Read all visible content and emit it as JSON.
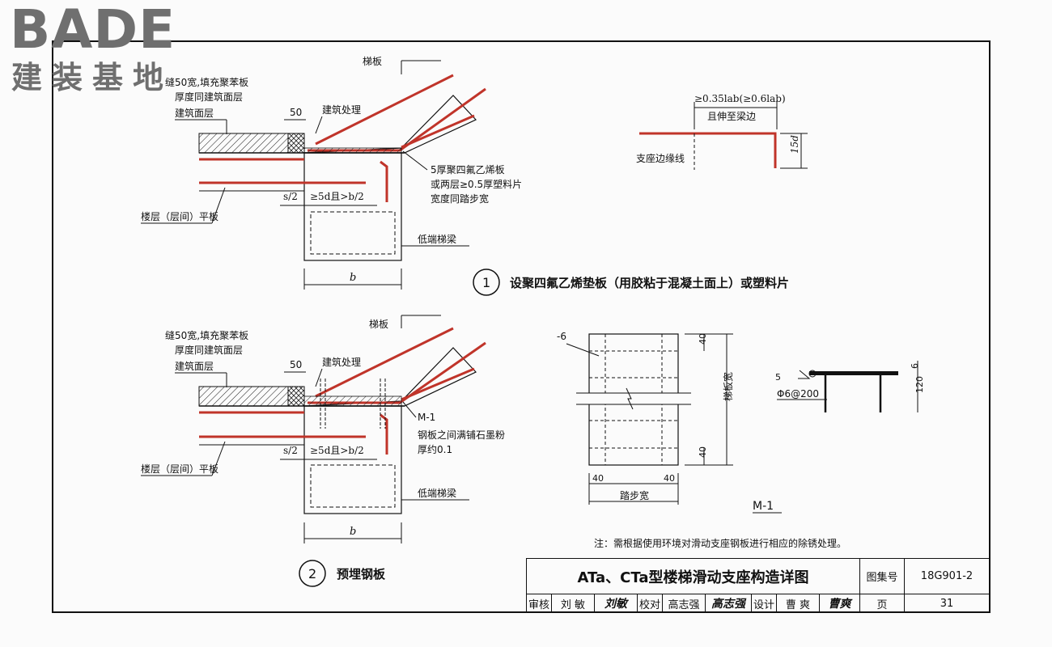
{
  "logo": {
    "brand": "BADE",
    "sub": "建装基地"
  },
  "detail1": {
    "number": "1",
    "caption": "设聚四氟乙烯垫板（用胶粘于混凝土面上）或塑料片",
    "label_stair": "梯板",
    "label_gap": "缝50宽,填充聚苯板",
    "label_gap2": "厚度同建筑面层",
    "label_finish": "建筑面层",
    "label_arch": "建筑处理",
    "dim_50": "50",
    "label_ptfe": "5厚聚四氟乙烯板",
    "label_ptfe2": "或两层≥0.5厚塑料片",
    "label_ptfe3": "宽度同踏步宽",
    "dim_s2": "s/2",
    "dim_5d": "≥5d且>b/2",
    "label_slab": "楼层（层间）平板",
    "label_beam": "低端梯梁",
    "dim_b": "b"
  },
  "detail2": {
    "number": "2",
    "caption": "预埋钢板",
    "label_stair": "梯板",
    "label_gap": "缝50宽,填充聚苯板",
    "label_gap2": "厚度同建筑面层",
    "label_finish": "建筑面层",
    "label_arch": "建筑处理",
    "dim_50": "50",
    "label_m1": "M-1",
    "label_graphite": "钢板之间满铺石墨粉",
    "label_graphite2": "厚约0.1",
    "dim_s2": "s/2",
    "dim_5d": "≥5d且>b/2",
    "label_slab": "楼层（层间）平板",
    "label_beam": "低端梯梁",
    "dim_b": "b"
  },
  "anchor_detail": {
    "dim_top": "≥0.35lab(≥0.6lab)",
    "dim_top2": "且伸至梁边",
    "dim_15d": "15d",
    "label_edge": "支座边缘线"
  },
  "m1_detail": {
    "label_minus6": "-6",
    "dim_40_top": "40",
    "dim_40_bottom": "40",
    "label_width": "梯板宽",
    "dim_40_left": "40",
    "dim_40_right": "40",
    "label_tread": "踏步宽",
    "title": "M-1",
    "label_5": "5",
    "label_bar": "Φ6@200",
    "dim_6": "6",
    "dim_120": "120"
  },
  "note": "注：需根据使用环境对滑动支座钢板进行相应的除锈处理。",
  "title_block": {
    "title": "ATa、CTa型楼梯滑动支座构造详图",
    "atlas_label": "图集号",
    "atlas_no": "18G901-2",
    "review_label": "审核",
    "reviewer": "刘 敏",
    "reviewer_sig": "刘敏",
    "check_label": "校对",
    "checker": "高志强",
    "checker_sig": "高志强",
    "design_label": "设计",
    "designer": "曹 爽",
    "designer_sig": "曹爽",
    "page_label": "页",
    "page_no": "31"
  },
  "colors": {
    "rebar": "#c0342a",
    "line": "#111111",
    "logo": "#6f6f6f"
  }
}
